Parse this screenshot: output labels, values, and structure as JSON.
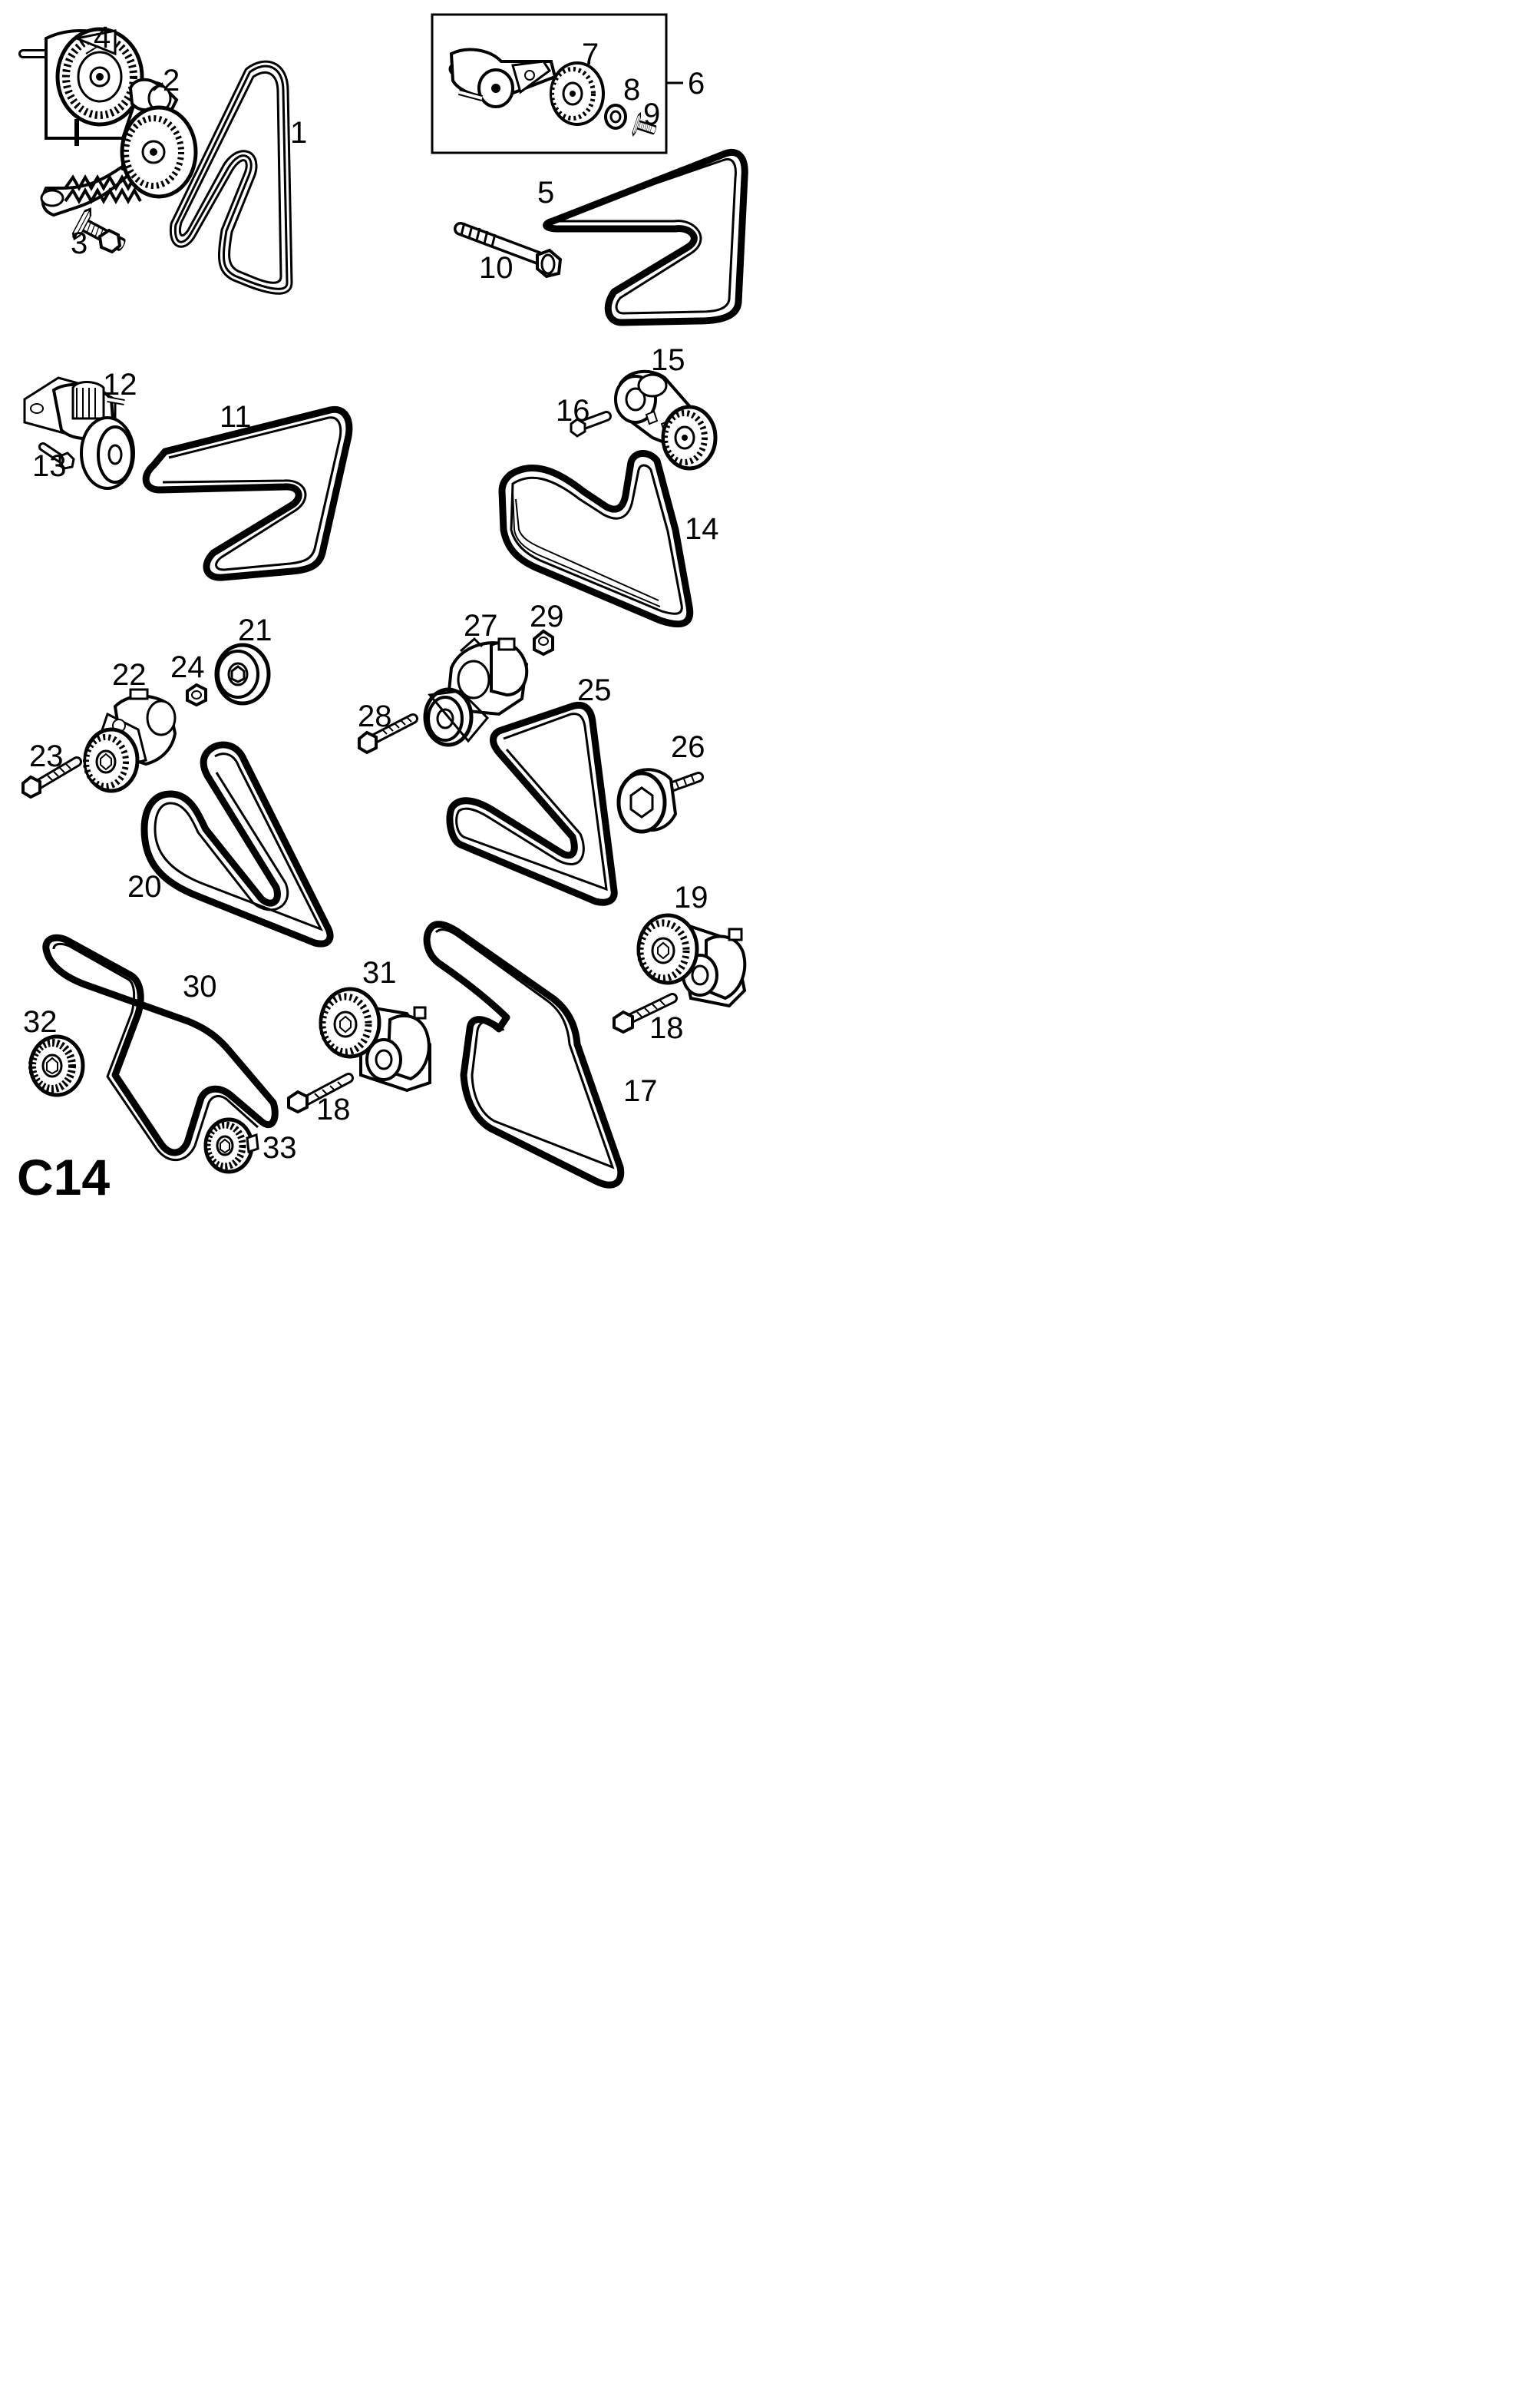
{
  "diagram": {
    "code": "C14",
    "callouts": {
      "c1": "1",
      "c2": "2",
      "c3": "3",
      "c4": "4",
      "c5": "5",
      "c6": "6",
      "c7": "7",
      "c8": "8",
      "c9": "9",
      "c10": "10",
      "c11": "11",
      "c12": "12",
      "c13": "13",
      "c14": "14",
      "c15": "15",
      "c16": "16",
      "c17": "17",
      "c18a": "18",
      "c18b": "18",
      "c19": "19",
      "c20": "20",
      "c21": "21",
      "c22": "22",
      "c23": "23",
      "c24": "24",
      "c25": "25",
      "c26": "26",
      "c27": "27",
      "c28": "28",
      "c29": "29",
      "c30": "30",
      "c31": "31",
      "c32": "32",
      "c33": "33"
    },
    "parts": [
      {
        "id": "1",
        "kind": "belt"
      },
      {
        "id": "2",
        "kind": "belt-tensioner"
      },
      {
        "id": "3",
        "kind": "bolt"
      },
      {
        "id": "4",
        "kind": "belt-tensioner"
      },
      {
        "id": "5",
        "kind": "belt"
      },
      {
        "id": "6",
        "kind": "tensioner-kit"
      },
      {
        "id": "7",
        "kind": "pulley"
      },
      {
        "id": "8",
        "kind": "washer"
      },
      {
        "id": "9",
        "kind": "bolt"
      },
      {
        "id": "10",
        "kind": "bolt"
      },
      {
        "id": "11",
        "kind": "belt"
      },
      {
        "id": "12",
        "kind": "belt-tensioner"
      },
      {
        "id": "13",
        "kind": "bolt"
      },
      {
        "id": "14",
        "kind": "belt"
      },
      {
        "id": "15",
        "kind": "belt-tensioner"
      },
      {
        "id": "16",
        "kind": "bolt"
      },
      {
        "id": "17",
        "kind": "belt"
      },
      {
        "id": "18",
        "kind": "bolt"
      },
      {
        "id": "19",
        "kind": "belt-tensioner"
      },
      {
        "id": "20",
        "kind": "belt"
      },
      {
        "id": "21",
        "kind": "pulley"
      },
      {
        "id": "22",
        "kind": "belt-tensioner"
      },
      {
        "id": "23",
        "kind": "bolt"
      },
      {
        "id": "24",
        "kind": "nut"
      },
      {
        "id": "25",
        "kind": "belt"
      },
      {
        "id": "26",
        "kind": "pulley"
      },
      {
        "id": "27",
        "kind": "belt-tensioner"
      },
      {
        "id": "28",
        "kind": "bolt"
      },
      {
        "id": "29",
        "kind": "nut"
      },
      {
        "id": "30",
        "kind": "belt"
      },
      {
        "id": "31",
        "kind": "belt-tensioner"
      },
      {
        "id": "32",
        "kind": "pulley"
      },
      {
        "id": "33",
        "kind": "pulley"
      }
    ]
  }
}
